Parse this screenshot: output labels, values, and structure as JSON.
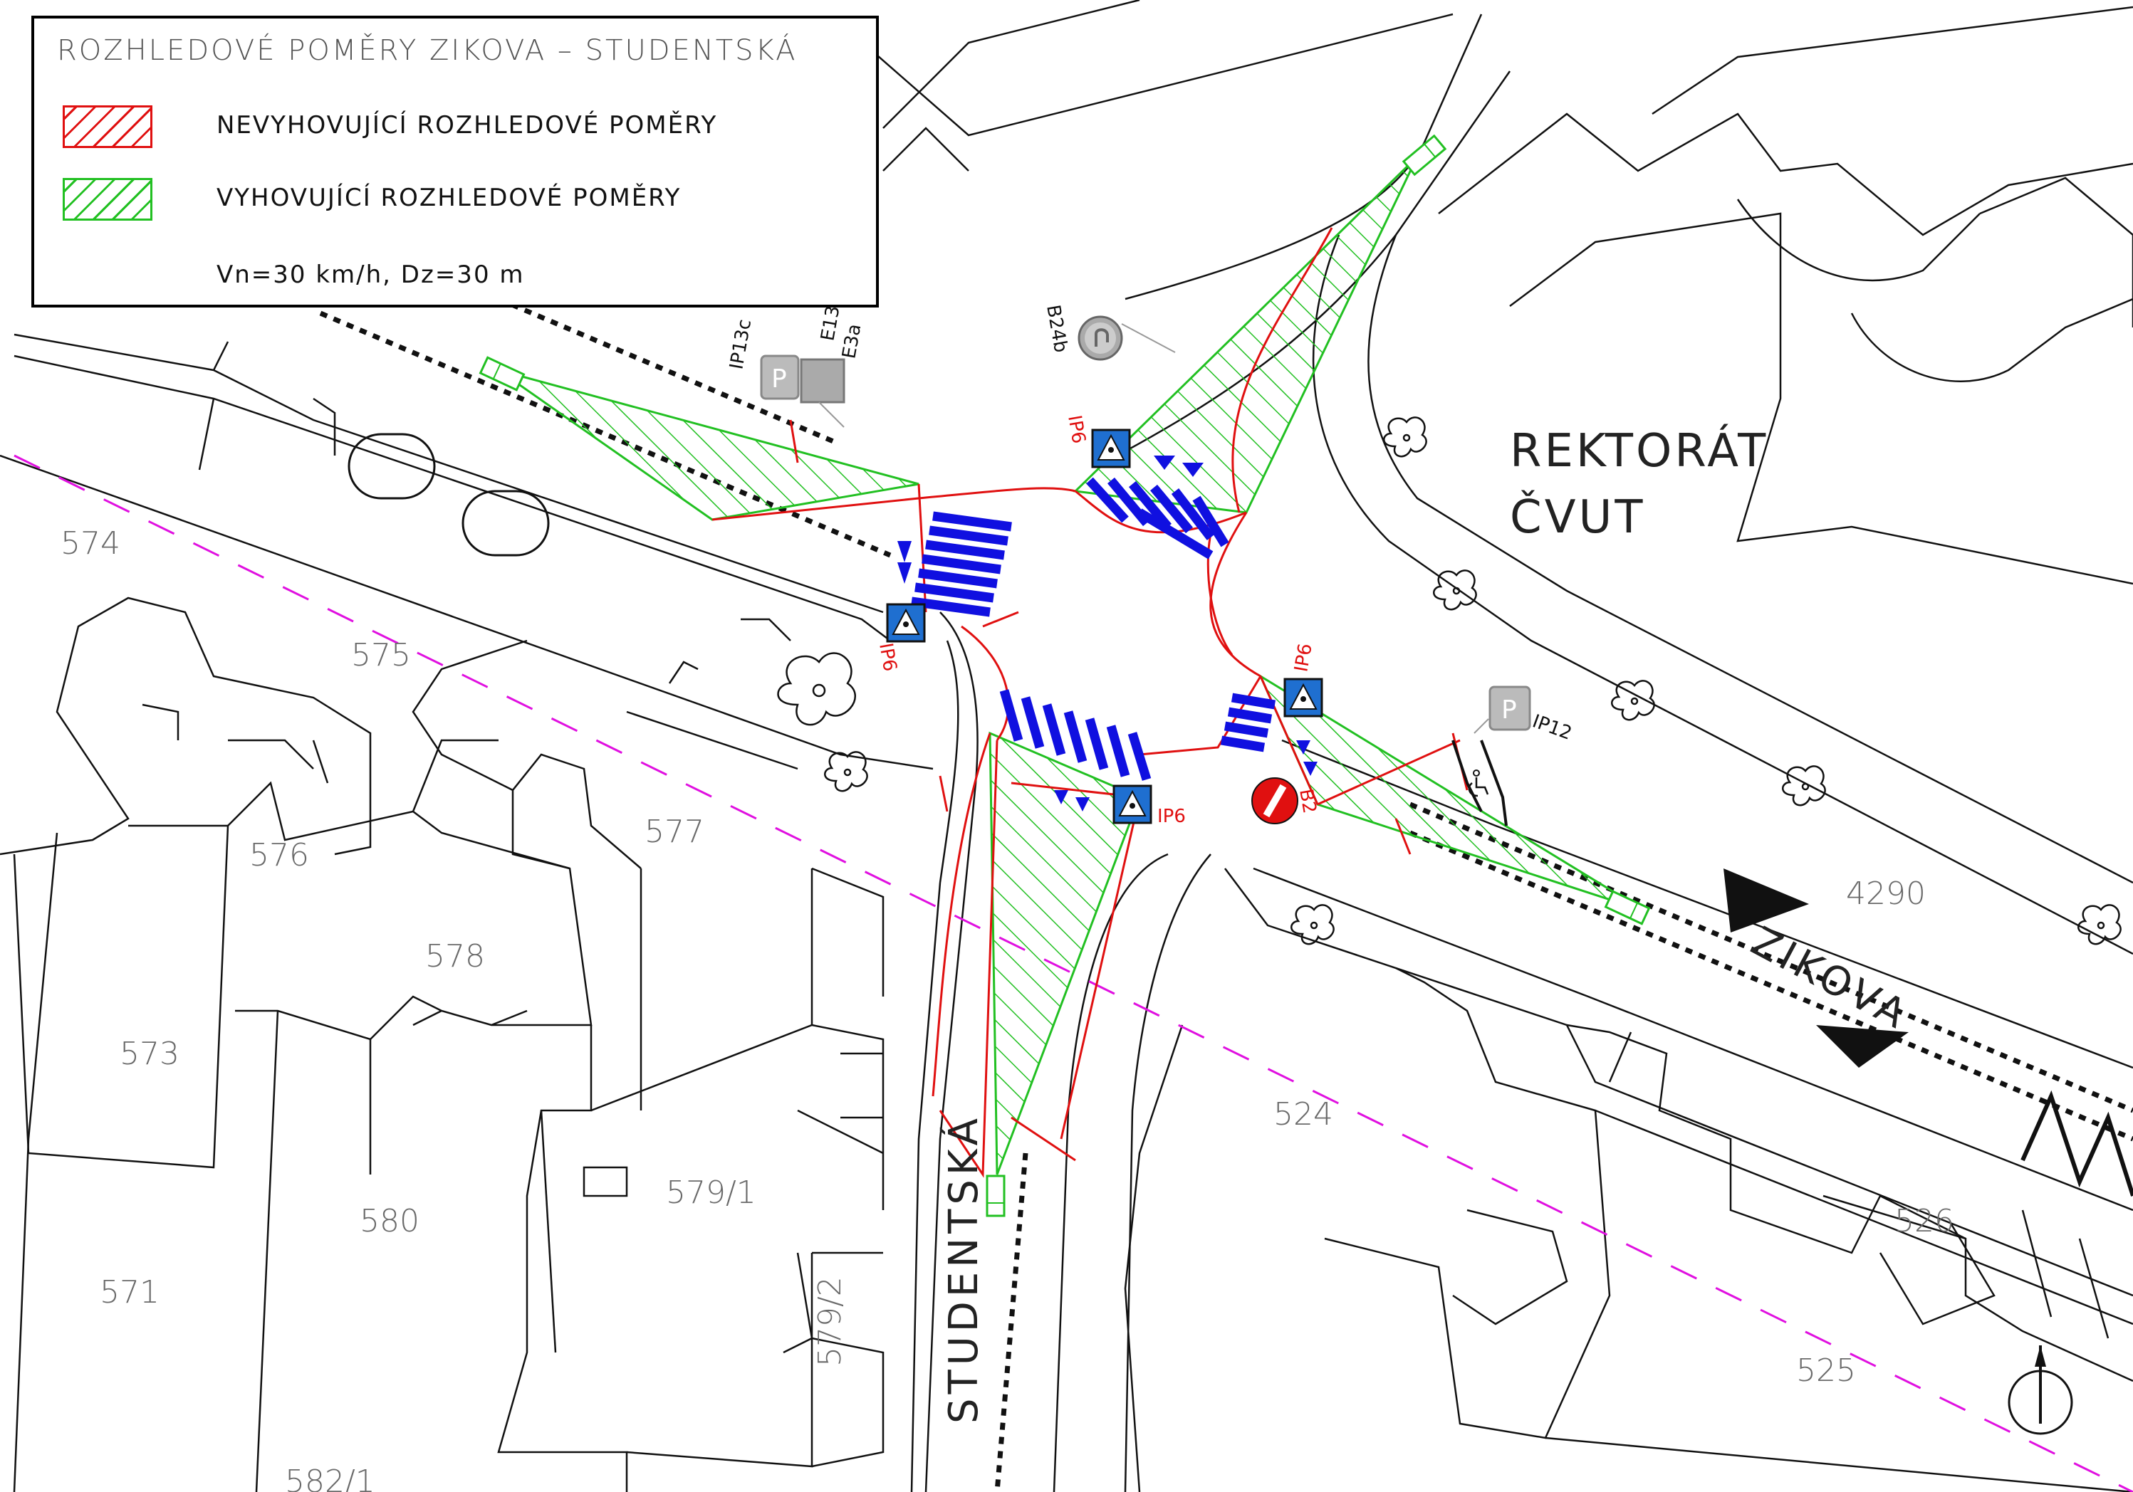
{
  "legend": {
    "title": "ROZHLEDOVÉ POMĚRY ZIKOVA – STUDENTSKÁ",
    "items": [
      {
        "label": "NEVYHOVUJÍCÍ ROZHLEDOVÉ POMĚRY",
        "color": "#e01010"
      },
      {
        "label": "VYHOVUJÍCÍ ROZHLEDOVÉ POMĚRY",
        "color": "#22c022"
      }
    ],
    "note": "Vn=30 km/h, Dz=30 m"
  },
  "streets": {
    "zikova": "ZIKOVA",
    "studentska": "STUDENTSKÁ"
  },
  "buildings": {
    "rektorat_line1": "REKTORÁT",
    "rektorat_line2": "ČVUT"
  },
  "parcels": {
    "p574": "574",
    "p575": "575",
    "p576": "576",
    "p577": "577",
    "p578": "578",
    "p573": "573",
    "p580": "580",
    "p5791": "579/1",
    "p5792": "579/2",
    "p571": "571",
    "p5821": "582/1",
    "p524": "524",
    "p526": "526",
    "p525": "525",
    "p4290": "4290"
  },
  "signs": {
    "ip13c": "IP13c",
    "e13": "E13",
    "e3a": "E3a",
    "b24b": "B24b",
    "ip6_a": "IP6",
    "ip6_b": "IP6",
    "ip6_c": "IP6",
    "ip6_d": "IP6",
    "b2": "B2",
    "ip12": "IP12"
  },
  "colors": {
    "line": "#111111",
    "fail": "#e01010",
    "pass": "#22c022",
    "crosswalk": "#1010e0",
    "boundary": "#e010e0",
    "sign_blue": "#1f6fd0"
  },
  "icons": [
    "north-arrow-icon",
    "wheelchair-icon",
    "pedestrian-crossing-icon",
    "no-entry-icon",
    "parking-icon",
    "car-icon",
    "tree-icon"
  ]
}
